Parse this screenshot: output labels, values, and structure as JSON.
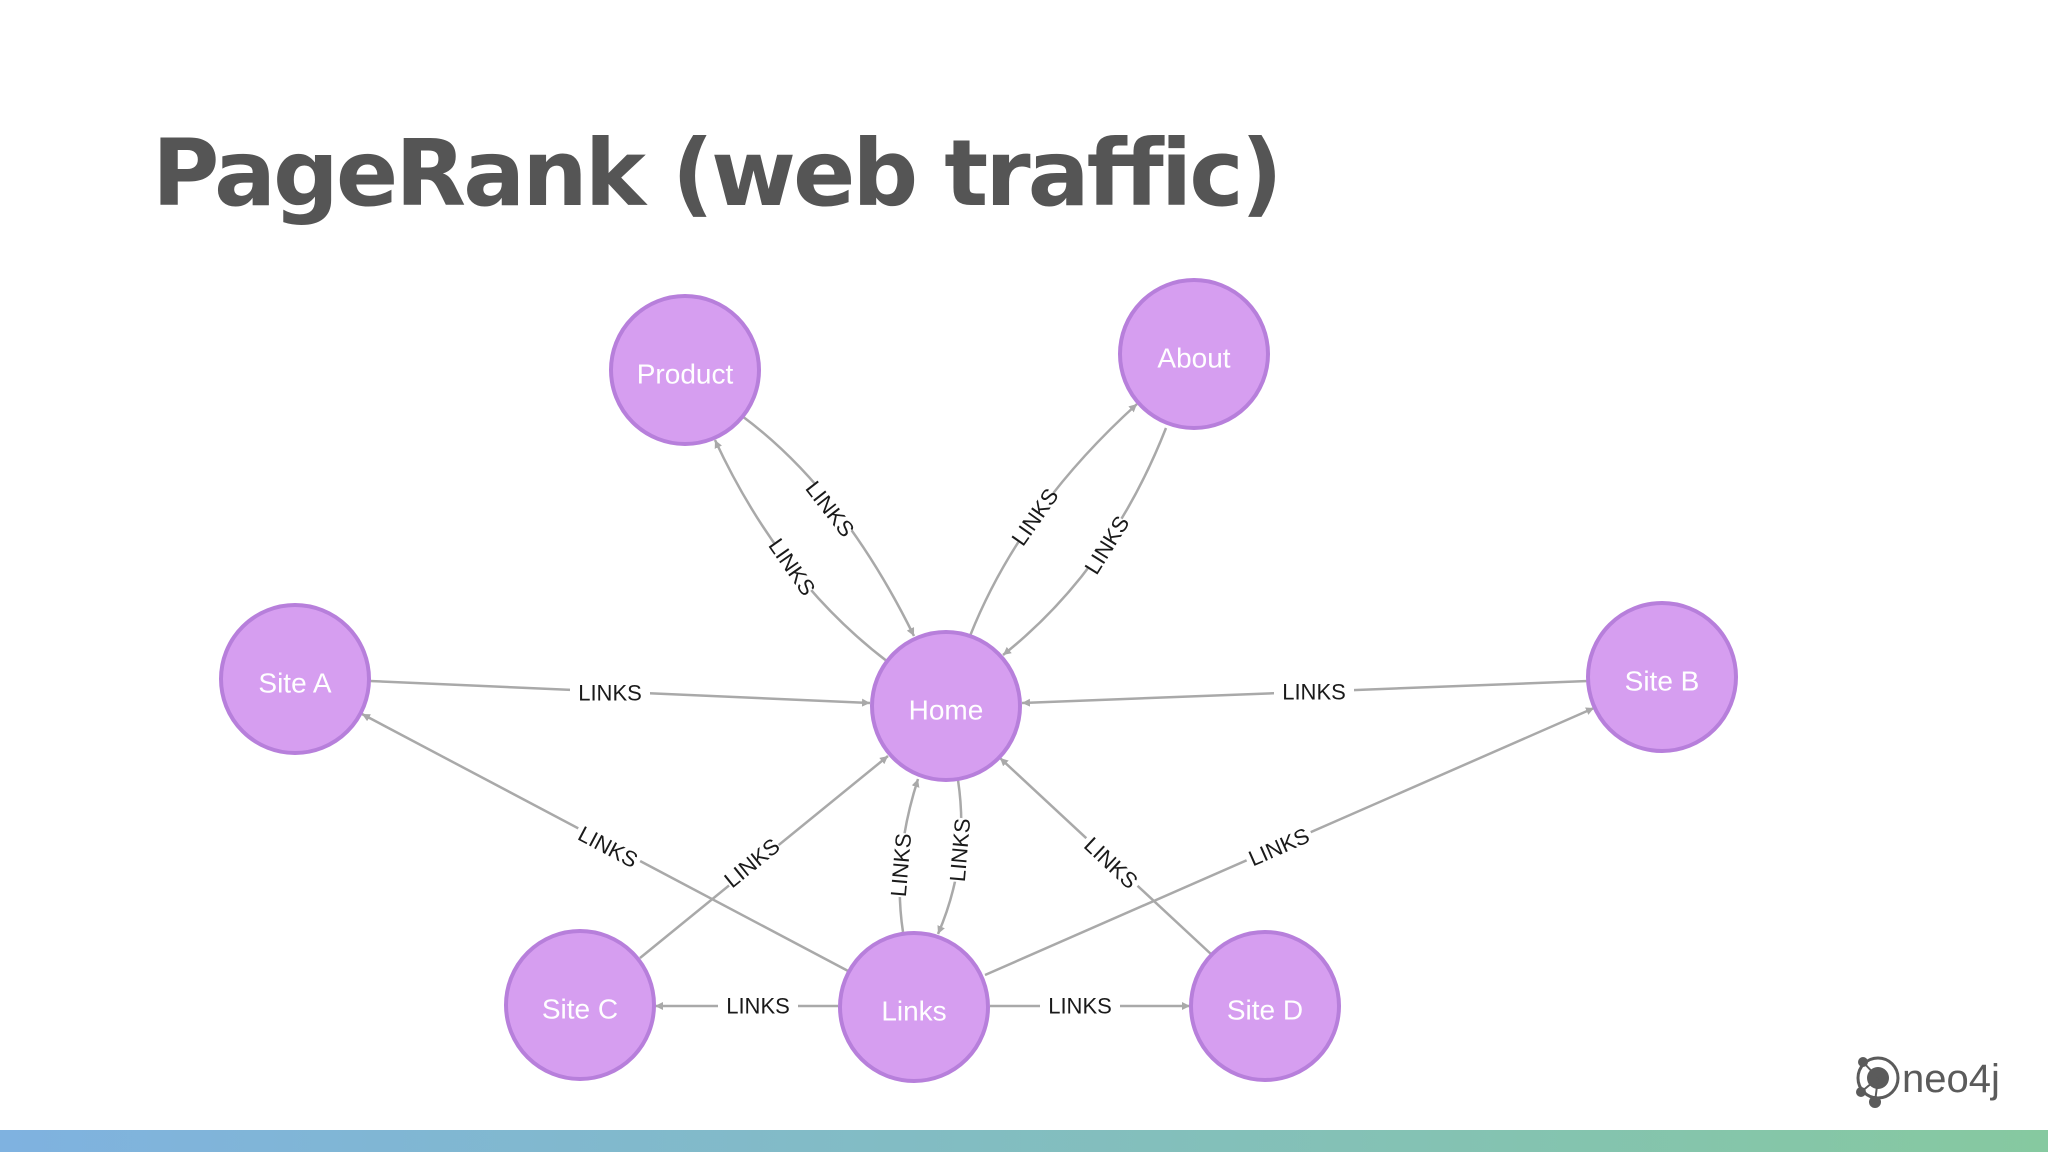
{
  "slide": {
    "title": "PageRank (web traffic)"
  },
  "graph": {
    "nodes": [
      {
        "id": "product",
        "label": "Product"
      },
      {
        "id": "about",
        "label": "About"
      },
      {
        "id": "siteA",
        "label": "Site A"
      },
      {
        "id": "home",
        "label": "Home"
      },
      {
        "id": "siteB",
        "label": "Site B"
      },
      {
        "id": "siteC",
        "label": "Site C"
      },
      {
        "id": "links",
        "label": "Links"
      },
      {
        "id": "siteD",
        "label": "Site D"
      }
    ],
    "edges": [
      {
        "from": "product",
        "to": "home",
        "label": "LINKS"
      },
      {
        "from": "home",
        "to": "product",
        "label": "LINKS"
      },
      {
        "from": "home",
        "to": "about",
        "label": "LINKS"
      },
      {
        "from": "about",
        "to": "home",
        "label": "LINKS"
      },
      {
        "from": "siteA",
        "to": "home",
        "label": "LINKS"
      },
      {
        "from": "siteB",
        "to": "home",
        "label": "LINKS"
      },
      {
        "from": "links",
        "to": "siteA",
        "label": "LINKS"
      },
      {
        "from": "siteC",
        "to": "home",
        "label": "LINKS"
      },
      {
        "from": "links",
        "to": "home",
        "label": "LINKS"
      },
      {
        "from": "home",
        "to": "links",
        "label": "LINKS"
      },
      {
        "from": "siteD",
        "to": "home",
        "label": "LINKS"
      },
      {
        "from": "links",
        "to": "siteB",
        "label": "LINKS"
      },
      {
        "from": "links",
        "to": "siteC",
        "label": "LINKS"
      },
      {
        "from": "links",
        "to": "siteD",
        "label": "LINKS"
      }
    ],
    "colors": {
      "node_fill": "#d69ef0",
      "node_stroke": "#b77fdb",
      "node_text": "#ffffff",
      "edge": "#a9a9a9",
      "edge_label": "#1a1a1a"
    }
  },
  "branding": {
    "logo_text": "neo4j",
    "logo_icon": "neo4j-logo-icon",
    "footer_gradient": [
      "#7fb2e0",
      "#86c9a0"
    ]
  }
}
